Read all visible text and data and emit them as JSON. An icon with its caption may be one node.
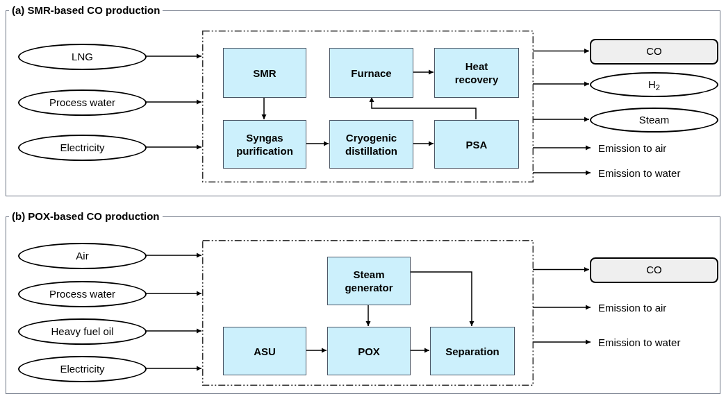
{
  "diagram": {
    "nodes": [
      {
        "text": [
          "(a) SMR-based CO production"
        ]
      },
      {
        "text": [],
        "shape": "box",
        "in": 0
      },
      {
        "text": [
          "LNG"
        ],
        "in": 0
      },
      {
        "text": [
          "Process water"
        ],
        "in": 0
      },
      {
        "text": [
          "Electricity"
        ],
        "in": 0
      },
      {
        "text": [
          "SMR"
        ],
        "in": 1
      },
      {
        "text": [
          "Furnace"
        ],
        "in": 1
      },
      {
        "text": [
          "Heat recovery"
        ],
        "in": 1
      },
      {
        "text": [
          "Syngas purification"
        ],
        "in": 1
      },
      {
        "text": [
          "Cryogenic distillation"
        ],
        "in": 1
      },
      {
        "text": [
          "PSA"
        ],
        "in": 1
      },
      {
        "text": [
          "CO"
        ],
        "in": 0
      },
      {
        "text": [
          "H$_{2}$"
        ],
        "in": 0
      },
      {
        "text": [
          "Steam"
        ],
        "in": 0
      },
      {
        "text": [
          "Emission to air"
        ],
        "in": 0
      },
      {
        "text": [
          "Emission to water"
        ],
        "in": 0
      },
      {
        "text": [
          "(b) POX-based CO production"
        ]
      },
      {
        "text": [],
        "shape": "box",
        "in": 16
      },
      {
        "text": [
          "Air"
        ],
        "in": 16
      },
      {
        "text": [
          "Process water"
        ],
        "in": 16
      },
      {
        "text": [
          "Heavy fuel oil"
        ],
        "in": 16
      },
      {
        "text": [
          "Electricity"
        ],
        "in": 16
      },
      {
        "text": [
          "Steam generator"
        ],
        "in": 17
      },
      {
        "text": [
          "ASU"
        ],
        "in": 17
      },
      {
        "text": [
          "POX"
        ],
        "in": 17
      },
      {
        "text": [
          "Separation"
        ],
        "in": 17
      },
      {
        "text": [
          "CO"
        ],
        "in": 16
      },
      {
        "text": [
          "Emission to air"
        ],
        "in": 16
      },
      {
        "text": [
          "Emission to water"
        ],
        "in": 16
      }
    ],
    "edges": [
      {
        "from": 2,
        "to": 1,
        "arrow": "to"
      },
      {
        "from": 3,
        "to": 1,
        "arrow": "to"
      },
      {
        "from": 4,
        "to": 1,
        "arrow": "to"
      },
      {
        "from": 5,
        "to": 8,
        "arrow": "to"
      },
      {
        "from": 8,
        "to": 9,
        "arrow": "to"
      },
      {
        "from": 9,
        "to": 10,
        "arrow": "to"
      },
      {
        "from": 10,
        "to": 6,
        "arrow": "to"
      },
      {
        "from": 6,
        "to": 7,
        "arrow": "to"
      },
      {
        "from": 1,
        "to": 11,
        "arrow": "to"
      },
      {
        "from": 1,
        "to": 12,
        "arrow": "to"
      },
      {
        "from": 1,
        "to": 13,
        "arrow": "to"
      },
      {
        "from": 1,
        "to": 14,
        "arrow": "to"
      },
      {
        "from": 1,
        "to": 15,
        "arrow": "to"
      },
      {
        "from": 18,
        "to": 17,
        "arrow": "to"
      },
      {
        "from": 19,
        "to": 17,
        "arrow": "to"
      },
      {
        "from": 20,
        "to": 17,
        "arrow": "to"
      },
      {
        "from": 21,
        "to": 17,
        "arrow": "to"
      },
      {
        "from": 23,
        "to": 24,
        "arrow": "to"
      },
      {
        "from": 24,
        "to": 25,
        "arrow": "to"
      },
      {
        "from": 22,
        "to": 24,
        "arrow": "to"
      },
      {
        "from": 22,
        "to": 25,
        "arrow": "to"
      },
      {
        "from": 17,
        "to": 26,
        "arrow": "to"
      },
      {
        "from": 17,
        "to": 27,
        "arrow": "to"
      },
      {
        "from": 17,
        "to": 28,
        "arrow": "to"
      }
    ]
  }
}
